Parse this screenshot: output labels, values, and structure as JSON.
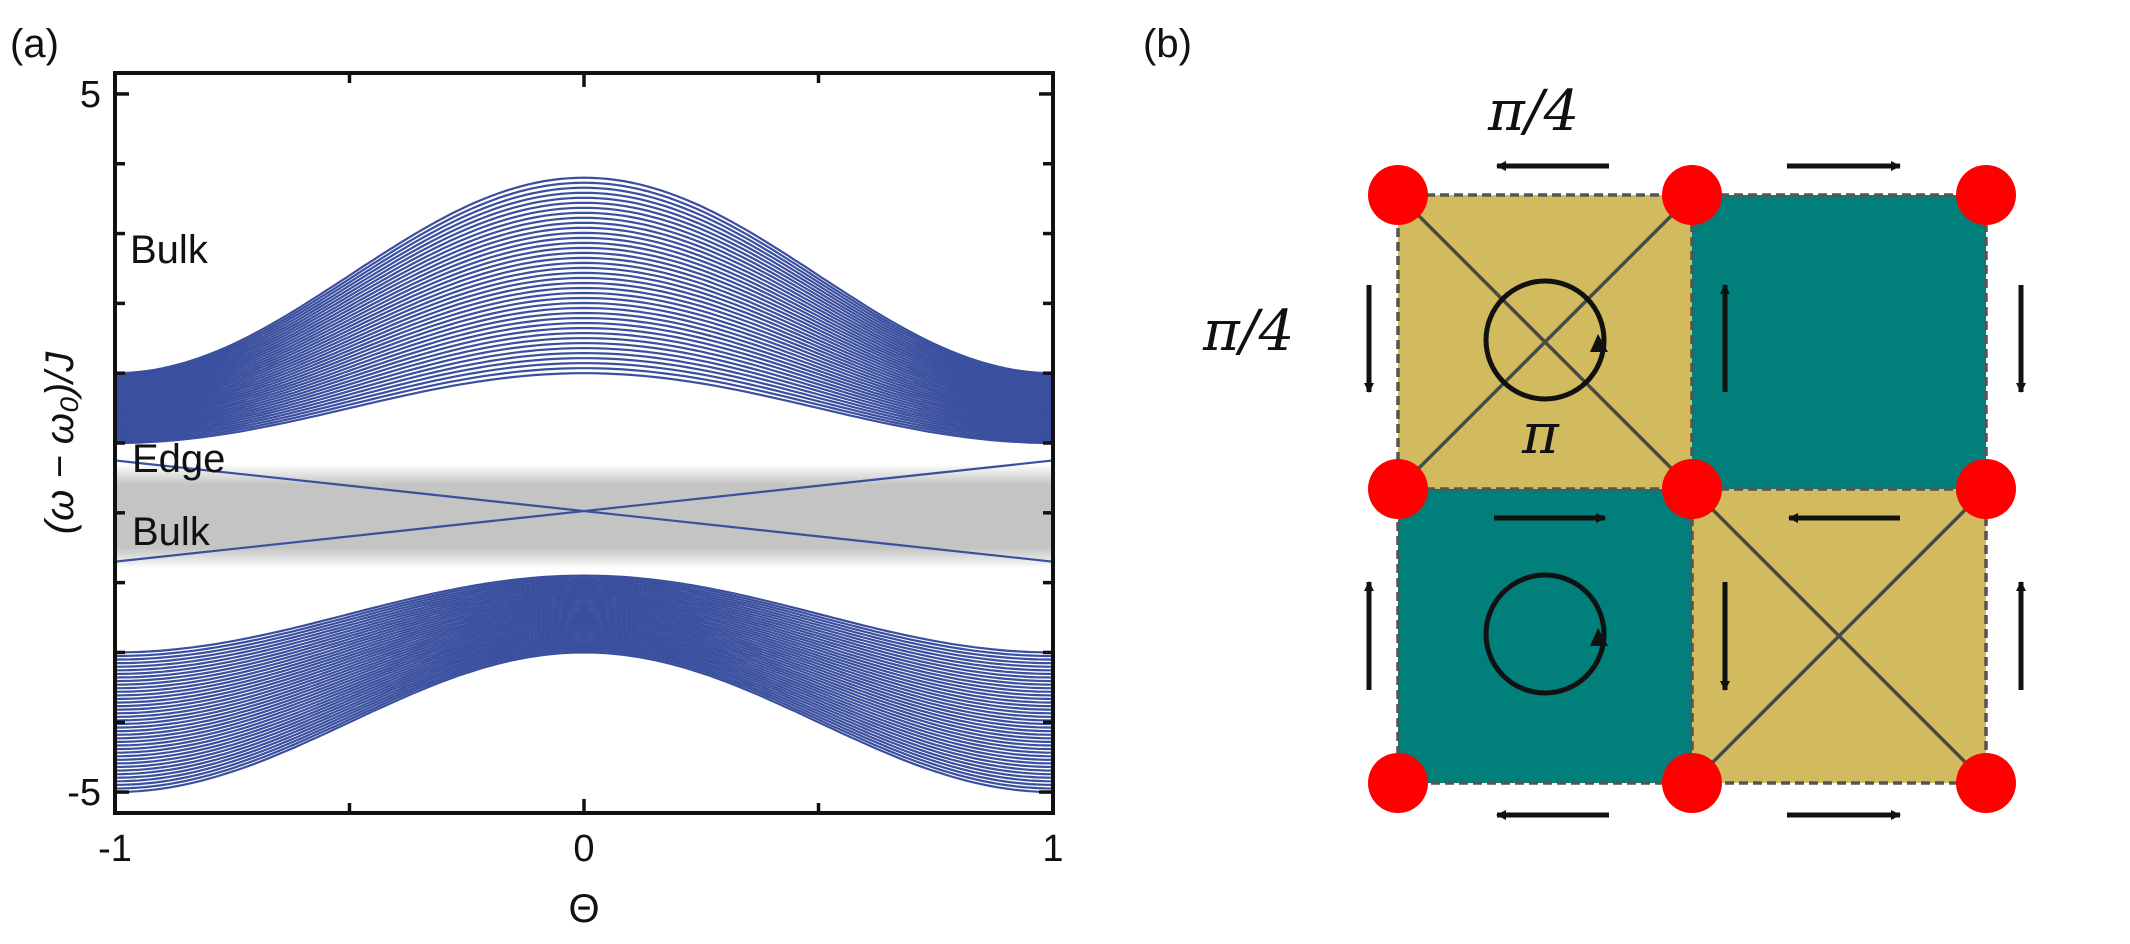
{
  "panels": {
    "a_label": "(a)",
    "b_label": "(b)"
  },
  "chart_data": {
    "type": "line",
    "xlabel": "Θ",
    "ylabel": "(ω − ω₀)/J",
    "xlim": [
      -1,
      1
    ],
    "ylim": [
      -5.3,
      5.3
    ],
    "xticks": [
      -1,
      0,
      1
    ],
    "xtick_labels": [
      "-1",
      "0",
      "1"
    ],
    "yticks": [
      -5,
      5
    ],
    "ytick_labels": [
      "-5",
      "5"
    ],
    "annotations": [
      "Bulk",
      "Edge",
      "Bulk"
    ],
    "series_color": "#3a4f9e",
    "edge_band": {
      "ymin": -1.8,
      "ymax": -0.3,
      "color": "#c4c4c4"
    },
    "upper_band": {
      "bottom_at_0": 1.0,
      "bottom_at_1": 0.0,
      "top_at_0": 3.8,
      "top_at_1": 1.0,
      "n_lines": 40
    },
    "lower_band": {
      "top_at_0": -1.9,
      "top_at_1": -3.0,
      "bottom_at_0": -3.0,
      "bottom_at_1": -5.0,
      "n_lines": 40
    },
    "edge_modes": [
      {
        "x": [
          -1,
          1
        ],
        "y": [
          -0.25,
          -1.7
        ]
      },
      {
        "x": [
          -1,
          1
        ],
        "y": [
          -1.7,
          -0.25
        ]
      }
    ],
    "grid": false
  },
  "lattice": {
    "phase_top": "π/4",
    "phase_left": "π/4",
    "flux": "π",
    "colors": {
      "yellow": "#d2ba5e",
      "teal": "#007f7b",
      "node": "#ff0000",
      "arrow": "#111111"
    }
  }
}
